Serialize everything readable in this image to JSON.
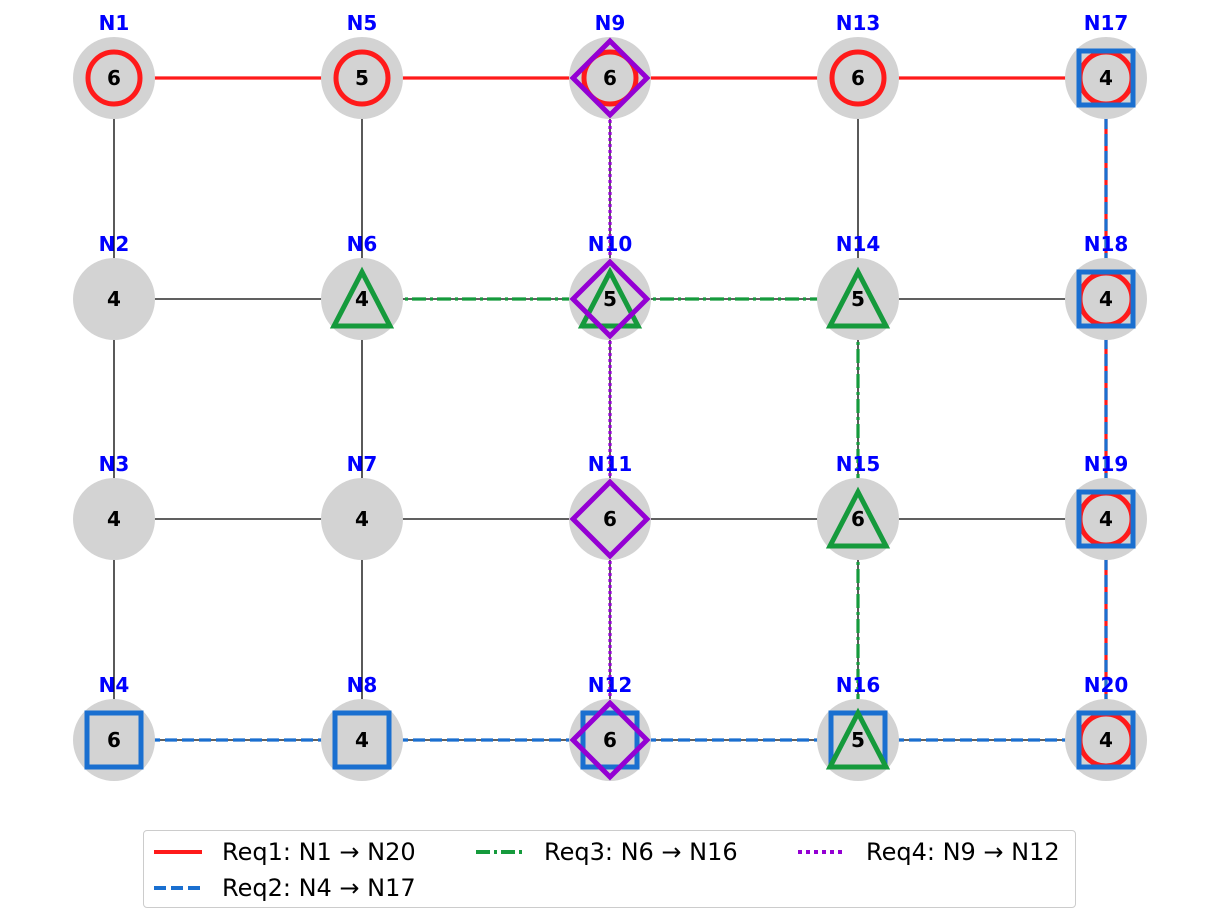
{
  "nodes": [
    {
      "id": "N1",
      "label": "N1",
      "capacity": "6",
      "row": 0,
      "col": 0
    },
    {
      "id": "N2",
      "label": "N2",
      "capacity": "4",
      "row": 1,
      "col": 0
    },
    {
      "id": "N3",
      "label": "N3",
      "capacity": "4",
      "row": 2,
      "col": 0
    },
    {
      "id": "N4",
      "label": "N4",
      "capacity": "6",
      "row": 3,
      "col": 0
    },
    {
      "id": "N5",
      "label": "N5",
      "capacity": "5",
      "row": 0,
      "col": 1
    },
    {
      "id": "N6",
      "label": "N6",
      "capacity": "4",
      "row": 1,
      "col": 1
    },
    {
      "id": "N7",
      "label": "N7",
      "capacity": "4",
      "row": 2,
      "col": 1
    },
    {
      "id": "N8",
      "label": "N8",
      "capacity": "4",
      "row": 3,
      "col": 1
    },
    {
      "id": "N9",
      "label": "N9",
      "capacity": "6",
      "row": 0,
      "col": 2
    },
    {
      "id": "N10",
      "label": "N10",
      "capacity": "5",
      "row": 1,
      "col": 2
    },
    {
      "id": "N11",
      "label": "N11",
      "capacity": "6",
      "row": 2,
      "col": 2
    },
    {
      "id": "N12",
      "label": "N12",
      "capacity": "6",
      "row": 3,
      "col": 2
    },
    {
      "id": "N13",
      "label": "N13",
      "capacity": "6",
      "row": 0,
      "col": 3
    },
    {
      "id": "N14",
      "label": "N14",
      "capacity": "5",
      "row": 1,
      "col": 3
    },
    {
      "id": "N15",
      "label": "N15",
      "capacity": "6",
      "row": 2,
      "col": 3
    },
    {
      "id": "N16",
      "label": "N16",
      "capacity": "5",
      "row": 3,
      "col": 3
    },
    {
      "id": "N17",
      "label": "N17",
      "capacity": "4",
      "row": 0,
      "col": 4
    },
    {
      "id": "N18",
      "label": "N18",
      "capacity": "4",
      "row": 1,
      "col": 4
    },
    {
      "id": "N19",
      "label": "N19",
      "capacity": "4",
      "row": 2,
      "col": 4
    },
    {
      "id": "N20",
      "label": "N20",
      "capacity": "4",
      "row": 3,
      "col": 4
    }
  ],
  "requests": [
    {
      "id": "Req1",
      "legend": "Req1: N1 → N20",
      "color": "#ff1a1a",
      "style": "solid",
      "marker": "circle",
      "path": [
        "N1",
        "N5",
        "N9",
        "N13",
        "N17",
        "N18",
        "N19",
        "N20"
      ]
    },
    {
      "id": "Req2",
      "legend": "Req2: N4 → N17",
      "color": "#1a6fd0",
      "style": "dashed",
      "marker": "square",
      "path": [
        "N4",
        "N8",
        "N12",
        "N16",
        "N20",
        "N19",
        "N18",
        "N17"
      ]
    },
    {
      "id": "Req3",
      "legend": "Req3: N6 → N16",
      "color": "#159a3c",
      "style": "dashdot",
      "marker": "triangle",
      "path": [
        "N6",
        "N10",
        "N14",
        "N15",
        "N16"
      ]
    },
    {
      "id": "Req4",
      "legend": "Req4: N9 → N12",
      "color": "#9400d3",
      "style": "dotted",
      "marker": "diamond",
      "path": [
        "N9",
        "N10",
        "N11",
        "N12"
      ]
    }
  ],
  "colors": {
    "node_fill": "#d3d3d3",
    "edge": "#000000",
    "label": "#0000ff"
  }
}
